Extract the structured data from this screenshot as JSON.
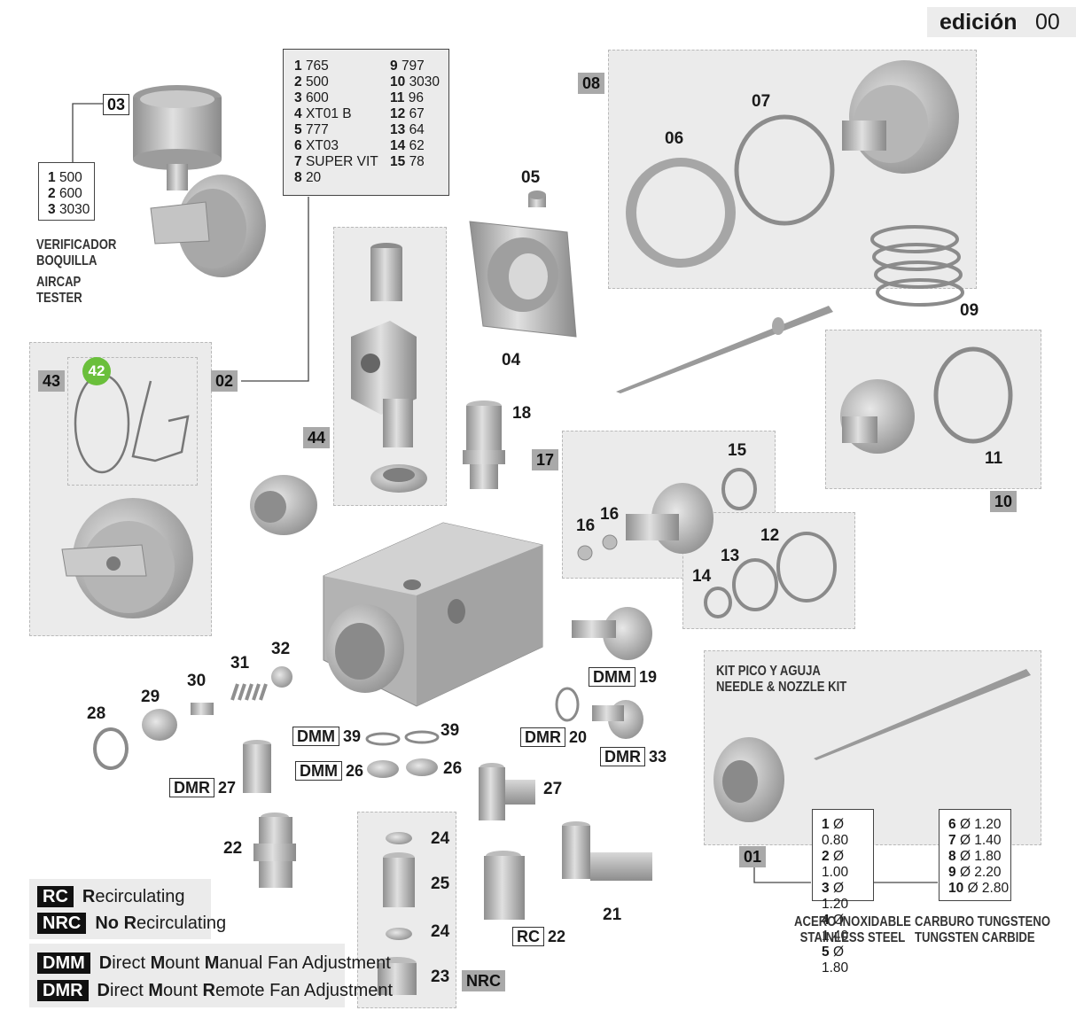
{
  "edition": {
    "word": "edición",
    "number": "00"
  },
  "list_02": [
    {
      "n": "1",
      "v": "765"
    },
    {
      "n": "2",
      "v": "500"
    },
    {
      "n": "3",
      "v": "600"
    },
    {
      "n": "4",
      "v": "XT01 B"
    },
    {
      "n": "5",
      "v": "777"
    },
    {
      "n": "6",
      "v": "XT03"
    },
    {
      "n": "7",
      "v": "SUPER VIT"
    },
    {
      "n": "8",
      "v": "20"
    },
    {
      "n": "9",
      "v": "797"
    },
    {
      "n": "10",
      "v": "3030"
    },
    {
      "n": "11",
      "v": "96"
    },
    {
      "n": "12",
      "v": "67"
    },
    {
      "n": "13",
      "v": "64"
    },
    {
      "n": "14",
      "v": "62"
    },
    {
      "n": "15",
      "v": "78"
    }
  ],
  "list_03": [
    {
      "n": "1",
      "v": "500"
    },
    {
      "n": "2",
      "v": "600"
    },
    {
      "n": "3",
      "v": "3030"
    }
  ],
  "tester": {
    "line1": "VERIFICADOR",
    "line2": "BOQUILLA",
    "line3": "AIRCAP",
    "line4": "TESTER"
  },
  "kit": {
    "line1": "KIT PICO Y AGUJA",
    "line2": "NEEDLE & NOZZLE KIT"
  },
  "list_01a": [
    {
      "n": "1",
      "v": "Ø 0.80"
    },
    {
      "n": "2",
      "v": "Ø 1.00"
    },
    {
      "n": "3",
      "v": "Ø 1.20"
    },
    {
      "n": "4",
      "v": "Ø 1.40"
    },
    {
      "n": "5",
      "v": "Ø 1.80"
    }
  ],
  "list_01b": [
    {
      "n": "6",
      "v": "Ø 1.20"
    },
    {
      "n": "7",
      "v": "Ø 1.40"
    },
    {
      "n": "8",
      "v": "Ø 1.80"
    },
    {
      "n": "9",
      "v": "Ø 2.20"
    },
    {
      "n": "10",
      "v": "Ø 2.80"
    }
  ],
  "material_a": {
    "line1": "ACERO INOXIDABLE",
    "line2": "STAINLESS STEEL"
  },
  "material_b": {
    "line1": "CARBURO TUNGSTENO",
    "line2": "TUNGSTEN CARBIDE"
  },
  "tags": {
    "t03": "03",
    "t08": "08",
    "t43": "43",
    "t02": "02",
    "t44": "44",
    "t17": "17",
    "t10": "10",
    "t01": "01",
    "nrc": "NRC",
    "t42": "42"
  },
  "numbers": {
    "n05": "05",
    "n06": "06",
    "n07": "07",
    "n04": "04",
    "n09": "09",
    "n18": "18",
    "n15": "15",
    "n16a": "16",
    "n16b": "16",
    "n12": "12",
    "n13": "13",
    "n14": "14",
    "n11": "11",
    "n32": "32",
    "n31": "31",
    "n30": "30",
    "n29": "29",
    "n28": "28",
    "n39": "39",
    "n26": "26",
    "n27": "27",
    "n22": "22",
    "n24a": "24",
    "n25": "25",
    "n24b": "24",
    "n23": "23",
    "n21": "21"
  },
  "boxed": {
    "dmm19": {
      "code": "DMM",
      "n": "19"
    },
    "dmr20": {
      "code": "DMR",
      "n": "20"
    },
    "dmr33": {
      "code": "DMR",
      "n": "33"
    },
    "dmm39": {
      "code": "DMM",
      "n": "39"
    },
    "dmm26": {
      "code": "DMM",
      "n": "26"
    },
    "dmr27": {
      "code": "DMR",
      "n": "27"
    },
    "rc22": {
      "code": "RC",
      "n": "22"
    }
  },
  "legend": [
    {
      "code": "RC",
      "bold": "R",
      "rest": "ecirculating",
      "pre": ""
    },
    {
      "code": "NRC",
      "pre": "No ",
      "bold": "R",
      "rest": "ecirculating"
    }
  ],
  "legend2": [
    {
      "code": "DMM",
      "text": [
        [
          "b",
          "D"
        ],
        [
          "t",
          "irect "
        ],
        [
          "b",
          "M"
        ],
        [
          "t",
          "ount "
        ],
        [
          "b",
          "M"
        ],
        [
          "t",
          "anual Fan Adjustment"
        ]
      ]
    },
    {
      "code": "DMR",
      "text": [
        [
          "b",
          "D"
        ],
        [
          "t",
          "irect "
        ],
        [
          "b",
          "M"
        ],
        [
          "t",
          "ount "
        ],
        [
          "b",
          "R"
        ],
        [
          "t",
          "emote Fan Adjustment"
        ]
      ]
    }
  ],
  "colors": {
    "panel": "#ebebeb",
    "tag": "#a9a9a9",
    "metal": "#bcbcbc",
    "green_badge": "#6abf3b"
  }
}
